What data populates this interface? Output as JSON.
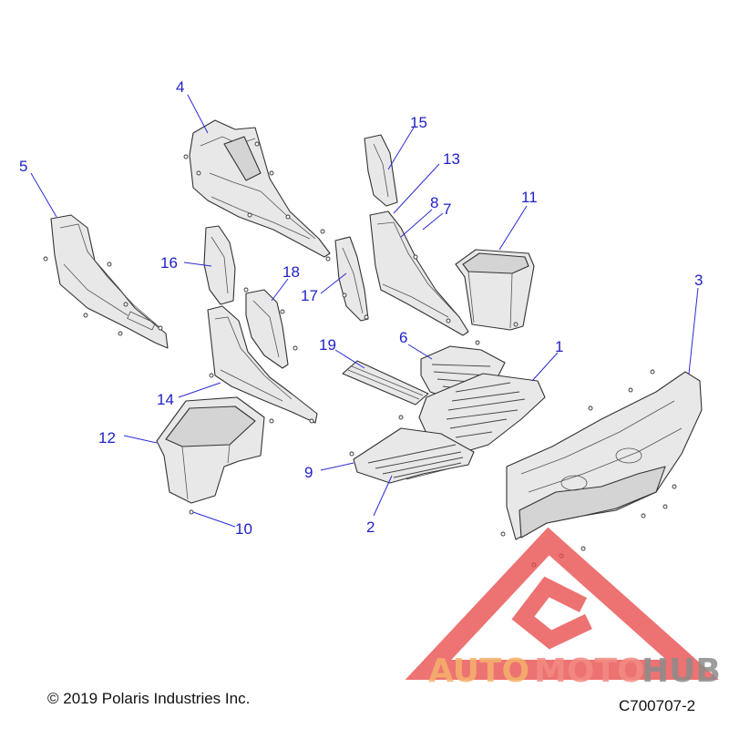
{
  "diagram": {
    "callouts": [
      {
        "id": "c1",
        "label": "1"
      },
      {
        "id": "c2",
        "label": "2"
      },
      {
        "id": "c3",
        "label": "3"
      },
      {
        "id": "c4",
        "label": "4"
      },
      {
        "id": "c5",
        "label": "5"
      },
      {
        "id": "c6",
        "label": "6"
      },
      {
        "id": "c7",
        "label": "7"
      },
      {
        "id": "c8",
        "label": "8"
      },
      {
        "id": "c9",
        "label": "9"
      },
      {
        "id": "c10",
        "label": "10"
      },
      {
        "id": "c11",
        "label": "11"
      },
      {
        "id": "c12",
        "label": "12"
      },
      {
        "id": "c13",
        "label": "13"
      },
      {
        "id": "c14",
        "label": "14"
      },
      {
        "id": "c15",
        "label": "15"
      },
      {
        "id": "c16",
        "label": "16"
      },
      {
        "id": "c17",
        "label": "17"
      },
      {
        "id": "c18",
        "label": "18"
      },
      {
        "id": "c19",
        "label": "19"
      }
    ],
    "callout_color": "#2121c8",
    "line_color": "#333333"
  },
  "footer": {
    "copyright": "© 2019 Polaris Industries Inc.",
    "drawing_id": "C700707-2"
  },
  "watermark": {
    "auto": "AUTO",
    "moto": "MOTO",
    "hub": "HUB",
    "colors": {
      "auto": "#f5b26b",
      "moto": "#f28b82",
      "hub": "#8c8c8c",
      "triangle": "#e94b4b"
    }
  }
}
